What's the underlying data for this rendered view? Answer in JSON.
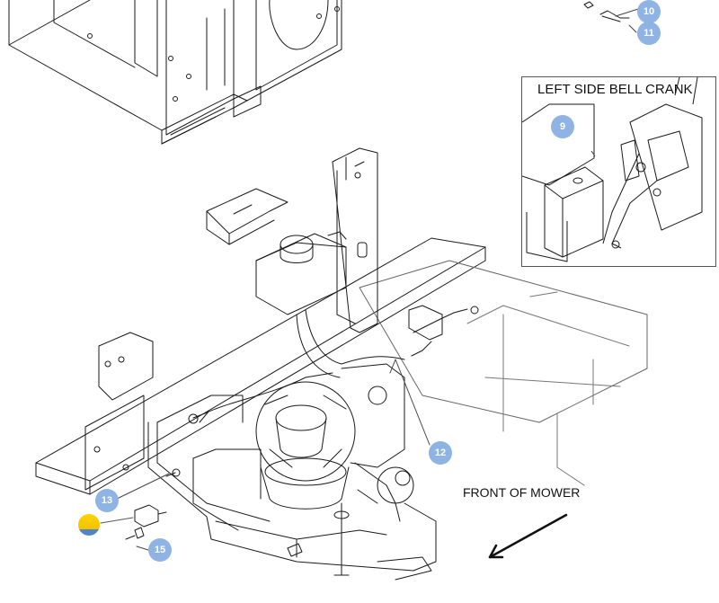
{
  "diagram": {
    "inset": {
      "title": "LEFT SIDE BELL CRANK"
    },
    "direction_label": "FRONT OF MOWER",
    "callouts": [
      {
        "id": "9",
        "text": "9"
      },
      {
        "id": "10",
        "text": "10"
      },
      {
        "id": "11",
        "text": "11"
      },
      {
        "id": "12",
        "text": "12"
      },
      {
        "id": "13",
        "text": "13"
      },
      {
        "id": "15",
        "text": "15"
      }
    ]
  },
  "colors": {
    "line": "#1a1a1a",
    "callout_fill": "#8fb3e3",
    "callout_text": "#ffffff",
    "hotspot_yellow": "#f2c200",
    "hotspot_blue": "#4f86c6"
  }
}
